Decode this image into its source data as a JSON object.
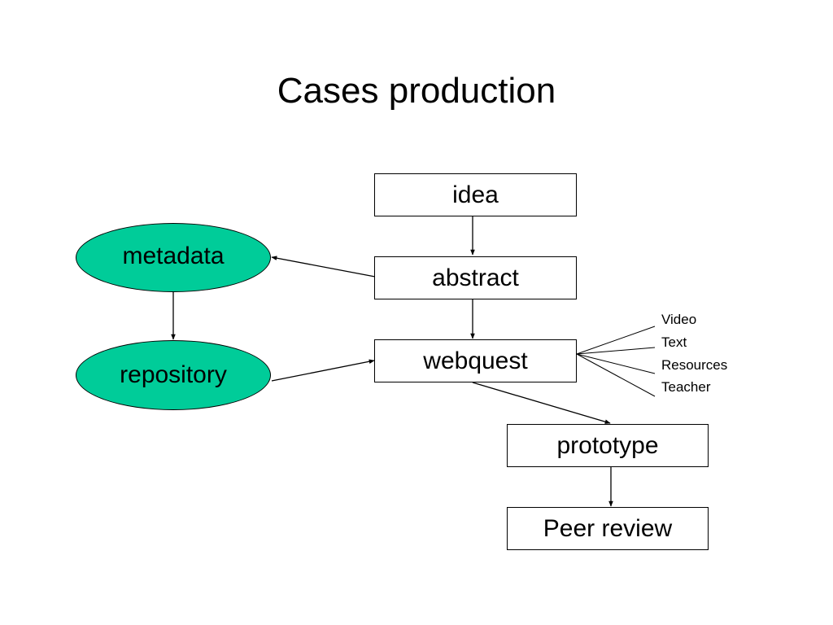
{
  "slide": {
    "title": "Cases production"
  },
  "nodes": {
    "idea": "idea",
    "abstract": "abstract",
    "webquest": "webquest",
    "prototype": "prototype",
    "peer_review": "Peer review",
    "metadata": "metadata",
    "repository": "repository"
  },
  "webquest_components": [
    "Video",
    "Text",
    "Resources",
    "Teacher"
  ],
  "colors": {
    "ellipse_fill": "#00cc99",
    "box_fill": "#ffffff",
    "line": "#000000"
  }
}
